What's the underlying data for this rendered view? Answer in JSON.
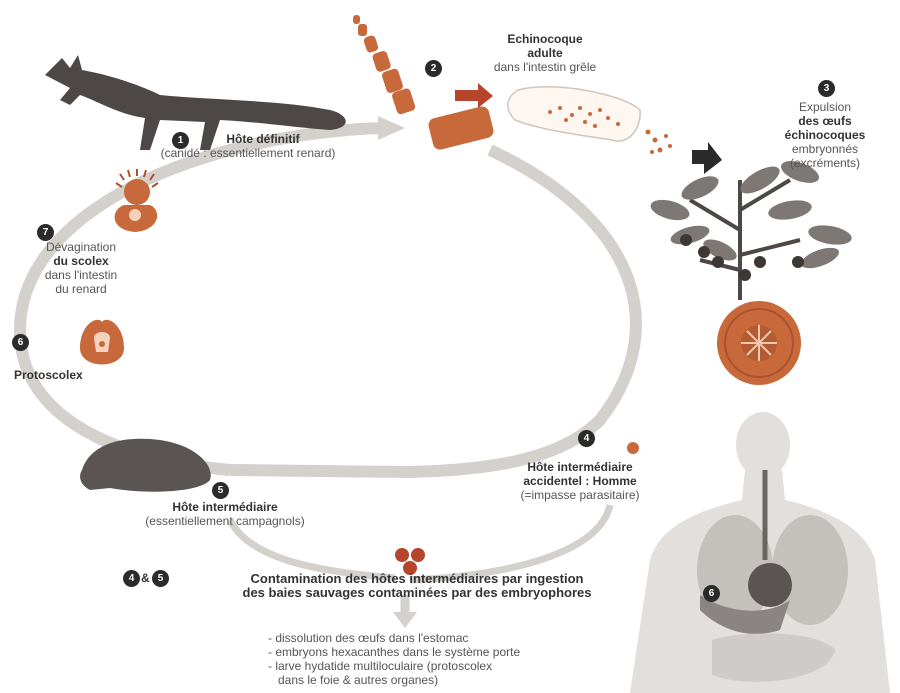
{
  "steps": {
    "s1": {
      "num": "1",
      "title": "Hôte définitif",
      "sub": "(canidé : essentiellement renard)"
    },
    "s2": {
      "num": "2",
      "title_l1": "Echinocoque",
      "title_l2": "adulte",
      "sub": "dans l'intestin grêle"
    },
    "s3": {
      "num": "3",
      "l1": "Expulsion",
      "l2": "des œufs",
      "l3": "échinocoques",
      "l4": "embryonnés",
      "l5": "(excréments)"
    },
    "s4": {
      "num": "4",
      "l1": "Hôte intermédiaire",
      "l2": "accidentel : Homme",
      "l3": "(=impasse parasitaire)"
    },
    "s5": {
      "num": "5",
      "title": "Hôte intermédiaire",
      "sub": "(essentiellement campagnols)"
    },
    "s6": {
      "num": "6",
      "title": "Protoscolex"
    },
    "s7": {
      "num": "7",
      "l1": "Dévagination",
      "l2": "du scolex",
      "l3": "dans l'intestin",
      "l4": "du renard"
    }
  },
  "contamination": {
    "num_a": "4",
    "amp": "&",
    "num_b": "5",
    "l1": "Contamination des hôtes intermédiaires par ingestion",
    "l2": "des baies sauvages contaminées par des embryophores"
  },
  "bullets": {
    "b1": "- dissolution des œufs dans l'estomac",
    "b2": "- embryons hexacanthes dans le système porte",
    "b3": "- larve hydatide multiloculaire (protoscolex",
    "b4": "dans le foie & autres organes)"
  },
  "body_marker": "6",
  "colors": {
    "cycle": "#d4d0cb",
    "parasite": "#c8693c",
    "animal": "#4d4845",
    "arrow": "#b5462b"
  }
}
